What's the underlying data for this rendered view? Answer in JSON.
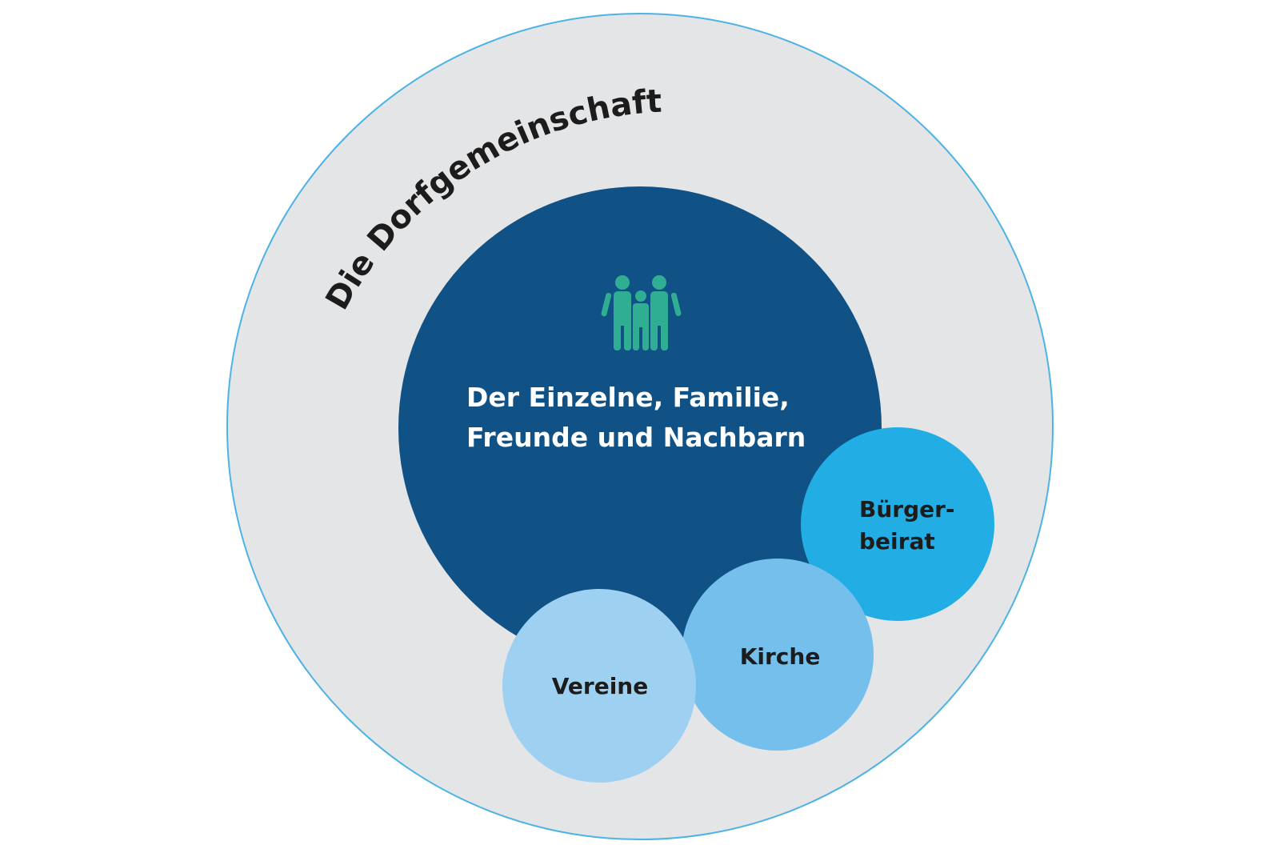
{
  "diagram": {
    "outer_title": "Die Dorfgemeinschaft",
    "center": {
      "icon": "family-icon",
      "line1": "Der Einzelne, Familie,",
      "line2": "Freunde und Nachbarn"
    },
    "bubbles": {
      "buergerbeirat": {
        "line1": "Bürger-",
        "line2": "beirat"
      },
      "kirche": {
        "label": "Kirche"
      },
      "vereine": {
        "label": "Vereine"
      }
    }
  },
  "colors": {
    "outer_fill": "#e4e5e7",
    "outer_stroke": "#4cb3e4",
    "center_fill": "#105186",
    "icon": "#2fae93",
    "buergerbeirat": "#22aee5",
    "kirche": "#74bfec",
    "vereine": "#9dd0f1",
    "dark_text": "#1c1c1c",
    "light_text": "#ffffff"
  }
}
